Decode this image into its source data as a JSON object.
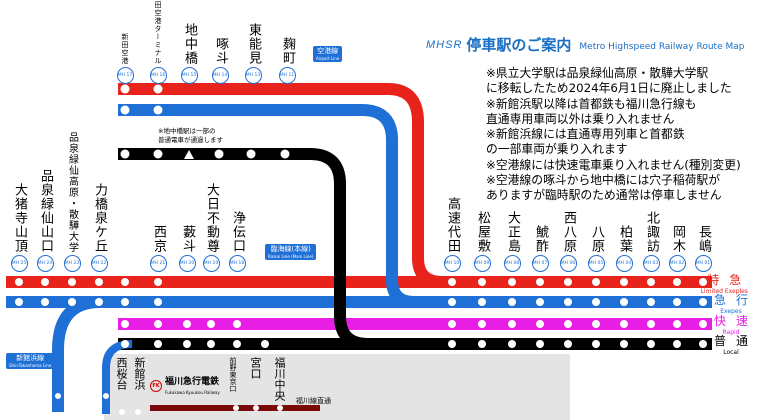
{
  "title": {
    "logo": "MHSR",
    "main": "停車駅のご案内",
    "sub": "Metro Highspeed Railway Route Map"
  },
  "notices": [
    "※県立大学駅は品泉緑仙高原・散驊大学駅",
    "に移転したため2024年6月1日に廃止しました",
    "※新館浜駅以降は首都鉄も福川急行線も",
    "直通専用車両以外は乗り入れません",
    "※新館浜線には直通専用列車と首都鉄",
    "の一部車両が乗り入れます",
    "※空港線には快速電車乗り入れません(種別変更)",
    "※空港線の啄斗から地中橋には穴子稲荷駅が",
    "ありますが臨時駅のため通常は停車しません"
  ],
  "small_note": [
    "※地中橋駅は一部の",
    "普通電車が通過します"
  ],
  "services": [
    {
      "jp": "特急",
      "en": "Limited Exeples",
      "color": "#e8231c"
    },
    {
      "jp": "急行",
      "en": "Exepes",
      "color": "#1e6fd6"
    },
    {
      "jp": "快速",
      "en": "Rapid",
      "color": "#e61ee6"
    },
    {
      "jp": "普通",
      "en": "Local",
      "color": "#000000"
    }
  ],
  "tags": {
    "airport": {
      "jp": "空港線",
      "en": "Airport Line"
    },
    "rinkai": {
      "jp": "臨海線(本線)",
      "en": "Rinkai Line (Main Line)"
    },
    "shinkanhama": {
      "jp": "新館浜線",
      "en": "Shin-Tokanhama Line"
    }
  },
  "fukukawa": {
    "mark": "FK",
    "name": "福川急行電鉄",
    "en": "Fukukawa Kyuukou Railway",
    "line": "福川線直通"
  },
  "airport_stations": [
    {
      "name": "新田空港",
      "no": "MH 17"
    },
    {
      "name": "新田空港ターミナル",
      "no": "MH 16"
    },
    {
      "name": "地中橋",
      "no": "MH 15"
    },
    {
      "name": "啄斗",
      "no": "MH 14"
    },
    {
      "name": "東能見",
      "no": "MH 13"
    },
    {
      "name": "麹町",
      "no": "MH 11"
    }
  ],
  "main_stations": [
    {
      "name": "大猪寺山頂",
      "no": "MH 25"
    },
    {
      "name": "品泉緑仙山口",
      "no": "MH 24"
    },
    {
      "name": "品泉緑仙高原・散驊大学",
      "no": "MH 23"
    },
    {
      "name": "力橋泉ケ丘",
      "no": "MH 22"
    },
    {
      "name": "西京",
      "no": "MH 21"
    },
    {
      "name": "藪斗",
      "no": "MH 20"
    },
    {
      "name": "大日不動尊",
      "no": "MH 19"
    },
    {
      "name": "浄伝口",
      "no": "MH 18"
    },
    {
      "name": "高速代田",
      "no": "MH 10"
    },
    {
      "name": "松屋敷",
      "no": "MH 09"
    },
    {
      "name": "大正島",
      "no": "MH 08"
    },
    {
      "name": "鯱酢",
      "no": "MH 07"
    },
    {
      "name": "西八原",
      "no": "MH 06"
    },
    {
      "name": "八原",
      "no": "MH 05"
    },
    {
      "name": "柏葉",
      "no": "MH 04"
    },
    {
      "name": "北諏訪",
      "no": "MH 03"
    },
    {
      "name": "岡木",
      "no": "MH 02"
    },
    {
      "name": "長嶋",
      "no": "MH 01"
    }
  ],
  "branch_stations": [
    {
      "name": "西桜台"
    },
    {
      "name": "新館浜"
    },
    {
      "name": "前野東京口"
    },
    {
      "name": "宮口"
    },
    {
      "name": "福川中央"
    }
  ]
}
